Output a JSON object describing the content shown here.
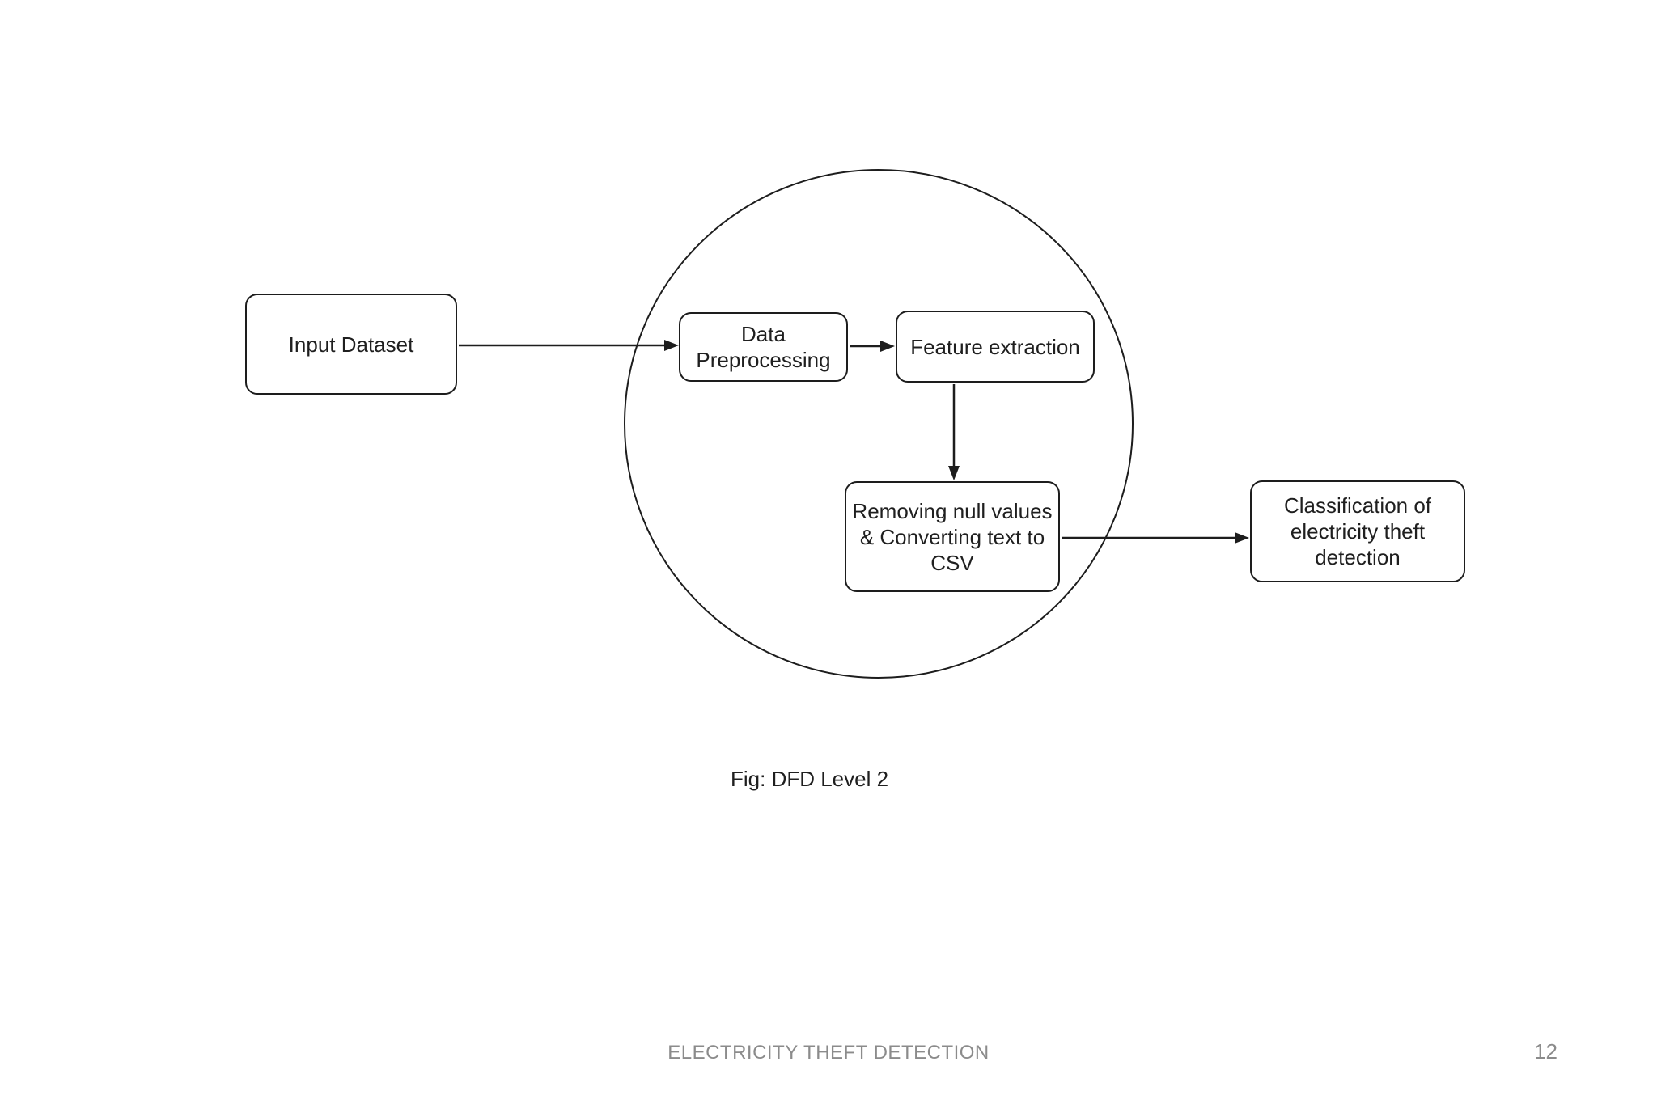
{
  "page": {
    "caption": "Fig: DFD Level 2",
    "footer_title": "ELECTRICITY THEFT DETECTION",
    "page_number": "12"
  },
  "colors": {
    "stroke": "#1d1d1d",
    "text": "#1f1f1f",
    "footer_text": "#8b8b8b",
    "background": "#ffffff"
  },
  "diagram": {
    "nodes": [
      {
        "id": "input-dataset",
        "label": "Input Dataset"
      },
      {
        "id": "data-preprocessing",
        "label": "Data\nPreprocessing"
      },
      {
        "id": "feature-extraction",
        "label": "Feature extraction"
      },
      {
        "id": "removing-null-values",
        "label": "Removing null values\n& Converting text to\nCSV"
      },
      {
        "id": "classification",
        "label": "Classification of\nelectricity theft\ndetection"
      }
    ]
  }
}
